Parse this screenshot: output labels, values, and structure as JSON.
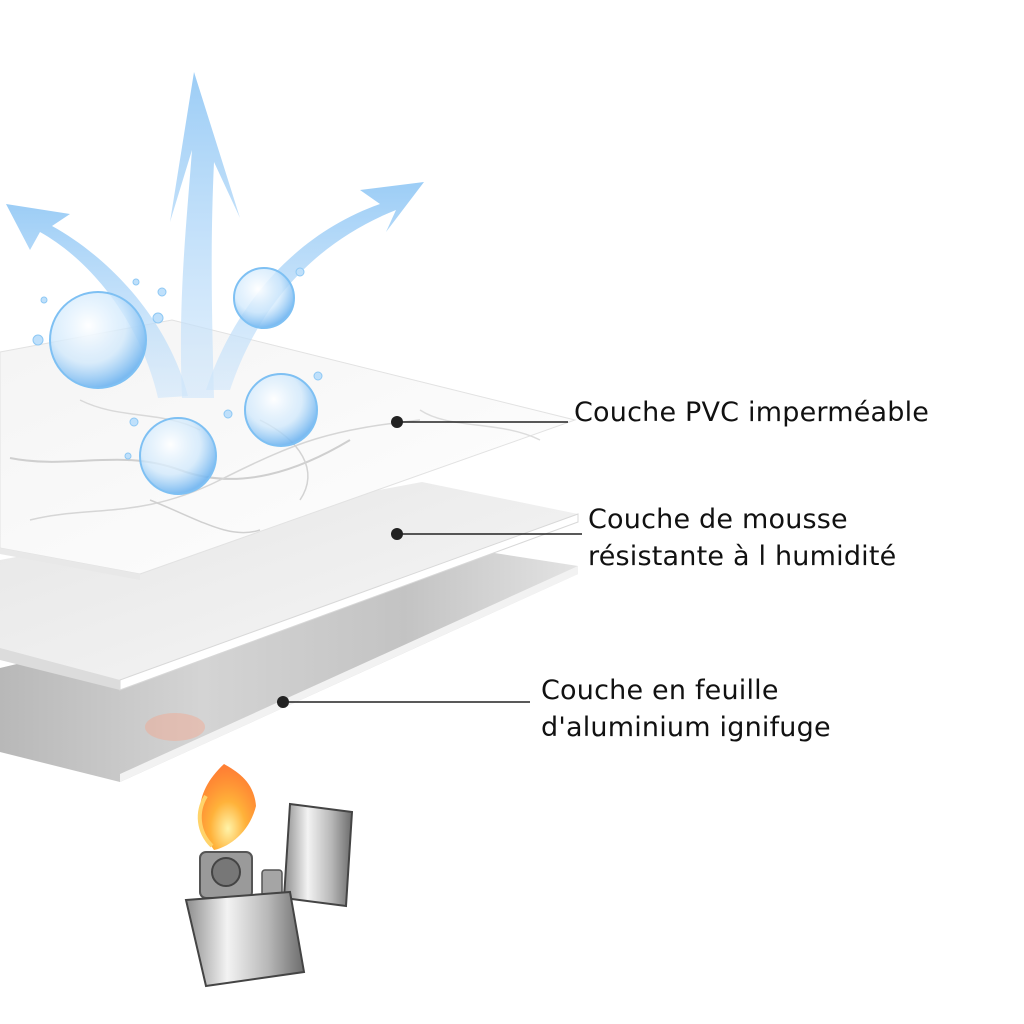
{
  "layers": [
    {
      "id": "pvc",
      "lines": [
        "Couche PVC imperméable"
      ]
    },
    {
      "id": "foam",
      "lines": [
        "Couche de mousse",
        "résistante à l humidité"
      ]
    },
    {
      "id": "alu",
      "lines": [
        "Couche en feuille",
        "d'aluminium ignifuge"
      ]
    }
  ],
  "colors": {
    "text": "#111111",
    "leader": "#222222",
    "arrow": "#a9d3f7",
    "flame": "#ff8a1c"
  },
  "icons": [
    "water-arrow-icon",
    "water-bubble-icon",
    "lighter-icon",
    "flame-icon"
  ]
}
